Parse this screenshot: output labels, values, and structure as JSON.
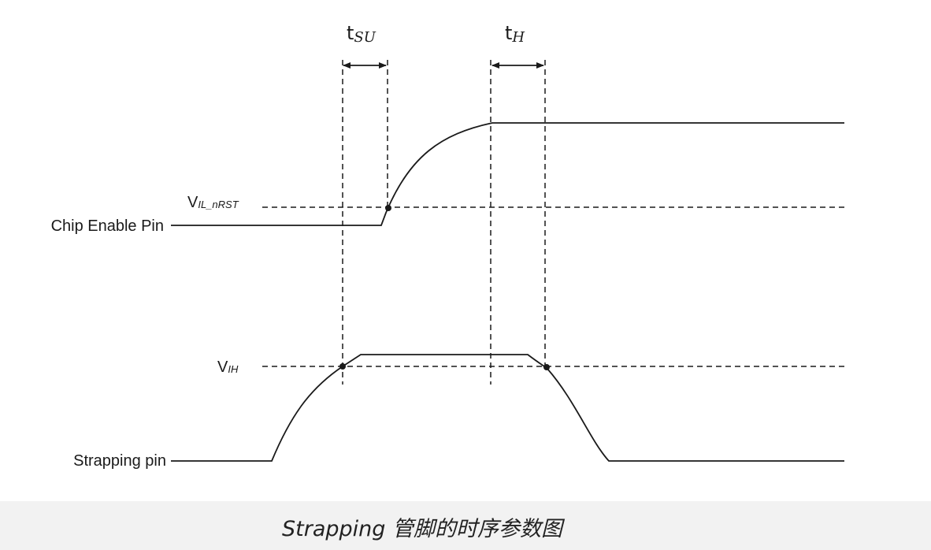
{
  "signals": {
    "chip_enable": "Chip Enable Pin",
    "strapping": "Strapping pin"
  },
  "thresholds": {
    "vil_main": "V",
    "vil_sub": "IL_nRST",
    "vih_main": "V",
    "vih_sub": "IH"
  },
  "timing": {
    "tsu_main": "t",
    "tsu_sub": "SU",
    "th_main": "t",
    "th_sub": "H"
  },
  "caption": "Strapping 管脚的时序参数图"
}
